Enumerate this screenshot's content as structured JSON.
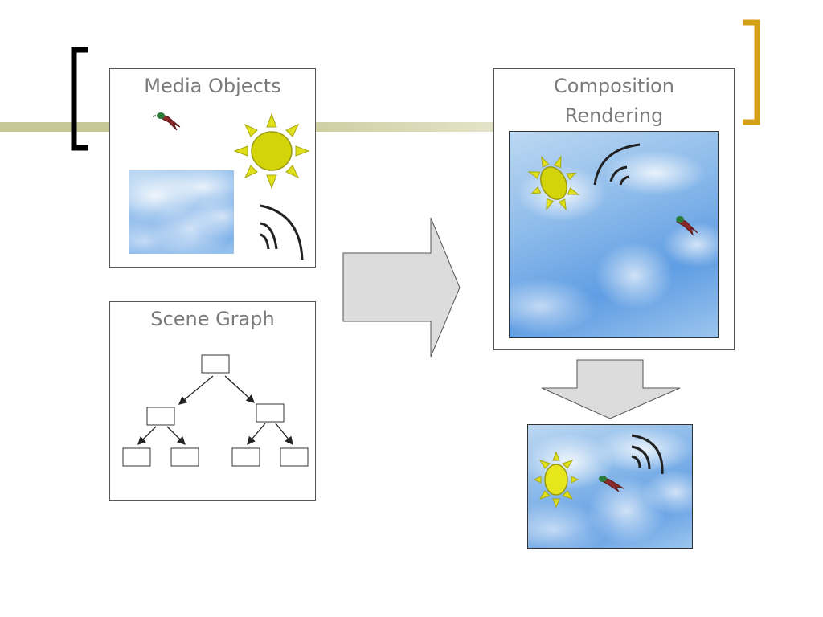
{
  "slide": {
    "accent_bar_color": "#c8c896",
    "left_bracket_color": "#000000",
    "right_bracket_color": "#d4a017"
  },
  "media_objects": {
    "title": "Media Objects"
  },
  "scene_graph": {
    "title": "Scene Graph"
  },
  "composition": {
    "title_line1": "Composition",
    "title_line2": "Rendering"
  },
  "icons": [
    "sun-icon",
    "bird-icon",
    "sound-waves-icon",
    "sky-image",
    "tree-node",
    "arrow-right",
    "arrow-down"
  ],
  "colors": {
    "sun": "#d4d40a",
    "sun_rays": "#e8e81a",
    "arrow_fill": "#dcdcdc",
    "panel_border": "#555555",
    "title_text": "#7a7a7a"
  }
}
